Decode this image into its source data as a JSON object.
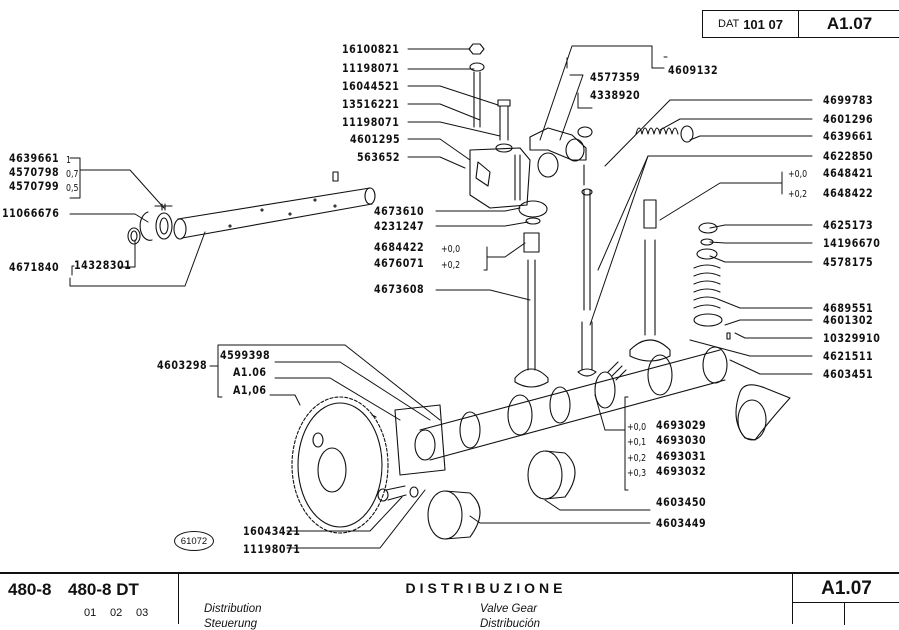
{
  "header": {
    "dat_prefix": "DAT",
    "dat_number": "101 07",
    "table_code": "A1.07"
  },
  "labels": {
    "nut_top": "16100821",
    "washer_top": "11198071",
    "bolt": "16044521",
    "stud": "13516221",
    "washer_mid": "11198071",
    "support_a": "4601295",
    "support_b": "563652",
    "rocker_group": "4609132",
    "rocker_arm": "4577359",
    "adjust_nut": "4338920",
    "r_4699783": "4699783",
    "r_4601296": "4601296",
    "r_4639661": "4639661",
    "r_4622850": "4622850",
    "r_4648421": "4648421",
    "r_4648422": "4648422",
    "r_tol_00": "+0,0",
    "r_tol_02": "+0,2",
    "r_4625173": "4625173",
    "r_14196670": "14196670",
    "r_4578175": "4578175",
    "r_4689551": "4689551",
    "r_4601302": "4601302",
    "r_10329910": "10329910",
    "r_4621511": "4621511",
    "r_4603451": "4603451",
    "l_4639661": "4639661",
    "l_4639661_t": "1",
    "l_4570798": "4570798",
    "l_4570798_t": "0,7",
    "l_4570799": "4570799",
    "l_4570799_t": "0,5",
    "l_11066676": "11066676",
    "l_4671840": "4671840",
    "l_14328301": "14328301",
    "c_4673610": "4673610",
    "c_4231247": "4231247",
    "c_4684422": "4684422",
    "c_4684422_t": "+0,0",
    "c_4676071": "4676071",
    "c_4676071_t": "+0,2",
    "c_4673608": "4673608",
    "cam_group": "4603298",
    "cam_4599398": "4599398",
    "cam_ref1": "A1.06",
    "cam_ref2": "A1,06",
    "b_tol_0": "+0,0",
    "b_4693029": "4693029",
    "b_tol_1": "+0,1",
    "b_4693030": "4693030",
    "b_tol_2": "+0,2",
    "b_4693031": "4693031",
    "b_tol_3": "+0,3",
    "b_4693032": "4693032",
    "b_4603450": "4603450",
    "b_4603449": "4603449",
    "g_16043421": "16043421",
    "g_11198071": "11198071",
    "figure_number": "61072"
  },
  "footer": {
    "model_1": "480-8",
    "model_2": "480-8 DT",
    "variants": [
      "01",
      "02",
      "03"
    ],
    "title_it": "DISTRIBUZIONE",
    "title_fr": "Distribution",
    "title_en": "Valve Gear",
    "title_es": "Distribución",
    "title_de": "Steuerung",
    "table_code": "A1.07"
  }
}
